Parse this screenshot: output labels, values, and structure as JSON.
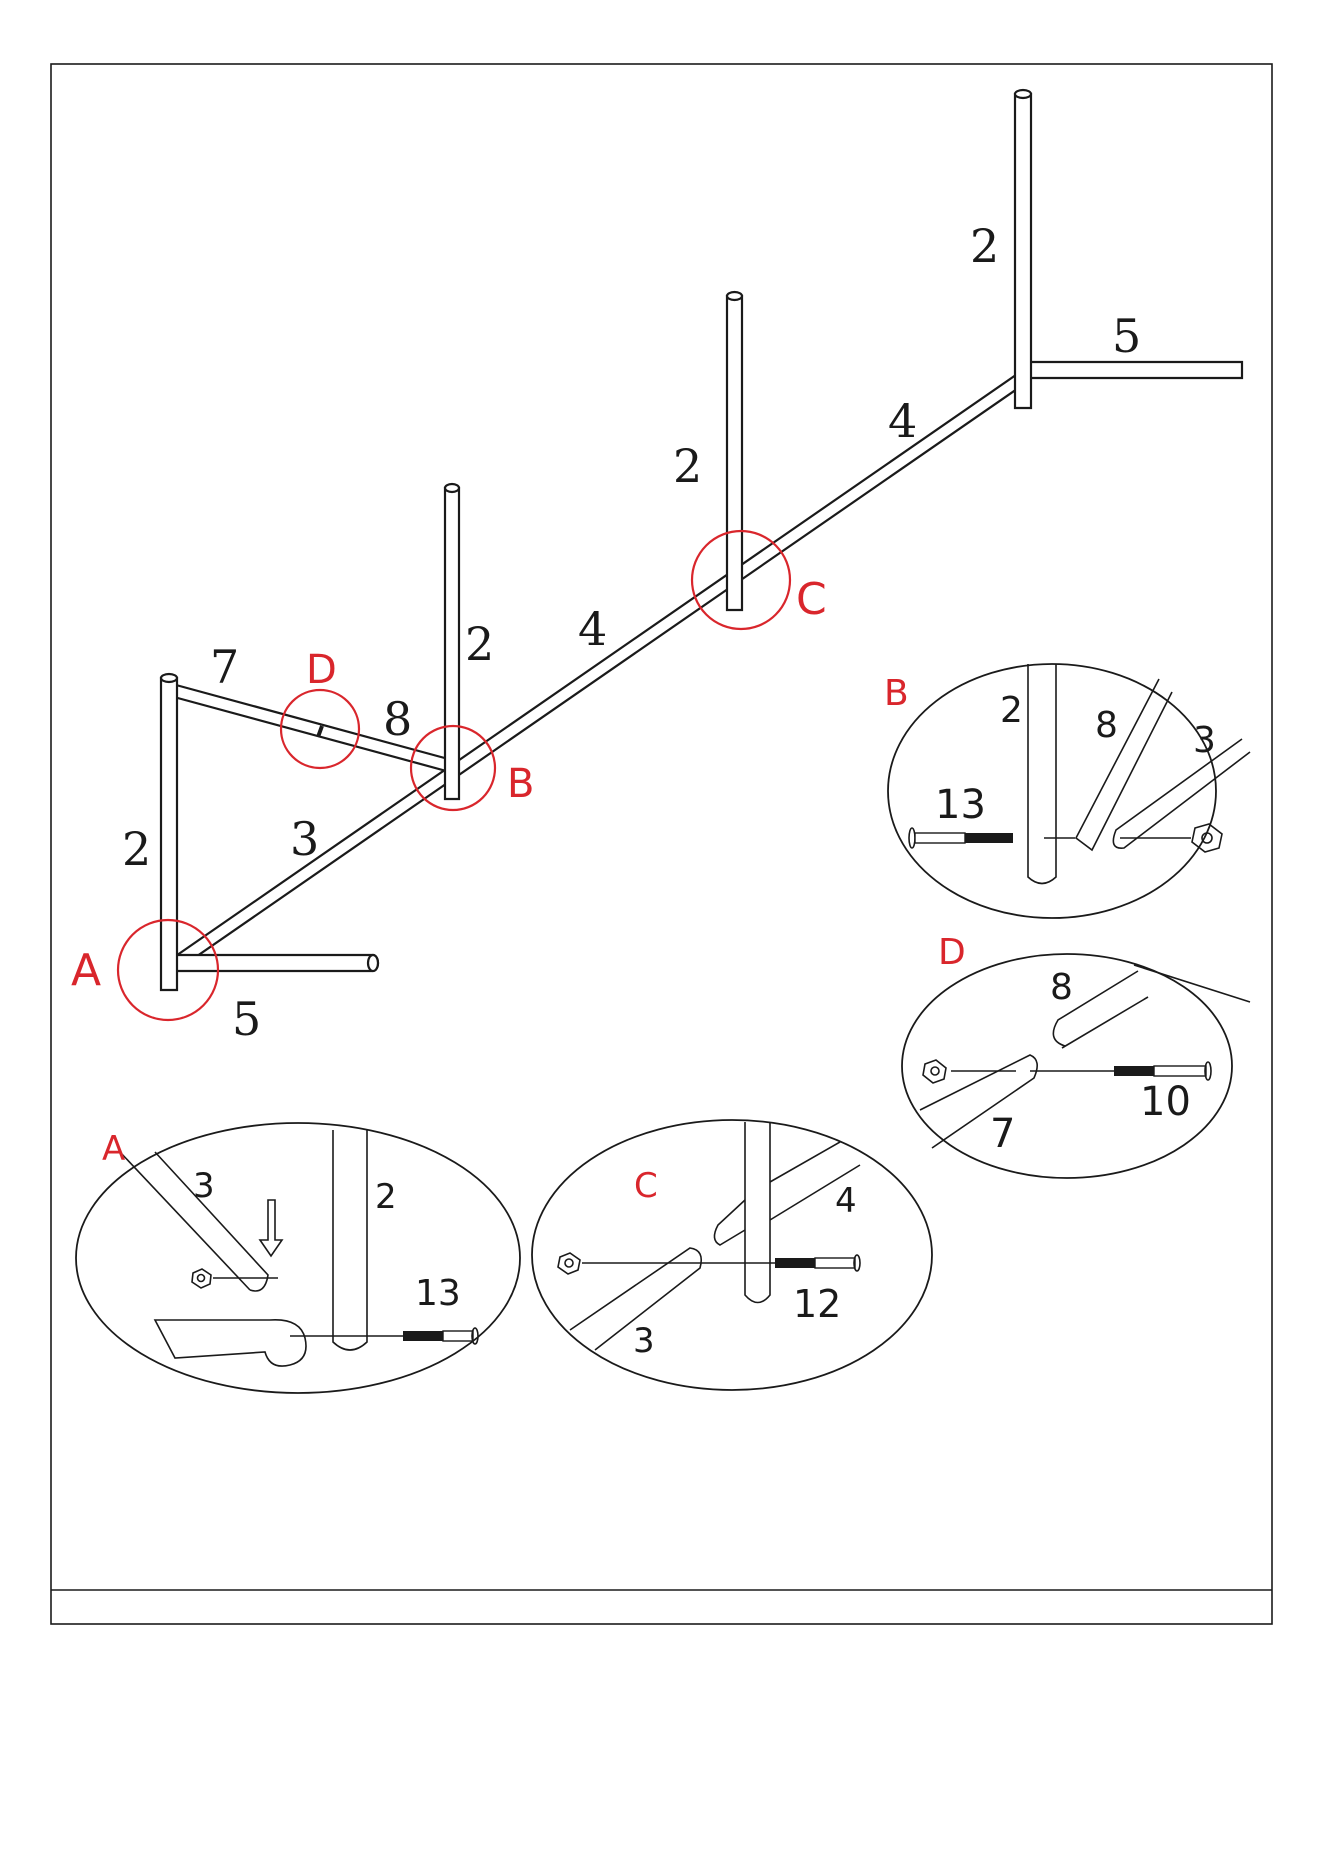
{
  "main_labels": {
    "post_left": "2",
    "post_b": "2",
    "post_c": "2",
    "post_right": "2",
    "rail_3": "3",
    "rail_4_lower": "4",
    "rail_4_upper": "4",
    "rail_5_left": "5",
    "rail_5_right": "5",
    "rail_7": "7",
    "rail_8": "8"
  },
  "callouts": {
    "A": "A",
    "B": "B",
    "C": "C",
    "D": "D"
  },
  "detail_A": {
    "letter": "A",
    "pipe_3": "3",
    "pipe_2": "2",
    "bolt": "13"
  },
  "detail_B": {
    "letter": "B",
    "pipe_2": "2",
    "pipe_8": "8",
    "pipe_3": "3",
    "bolt": "13"
  },
  "detail_C": {
    "letter": "C",
    "pipe_4": "4",
    "pipe_3": "3",
    "bolt": "12"
  },
  "detail_D": {
    "letter": "D",
    "pipe_8": "8",
    "pipe_7": "7",
    "bolt": "10"
  },
  "colors": {
    "accent_red": "#d9262c",
    "line": "#1a1a1a"
  }
}
